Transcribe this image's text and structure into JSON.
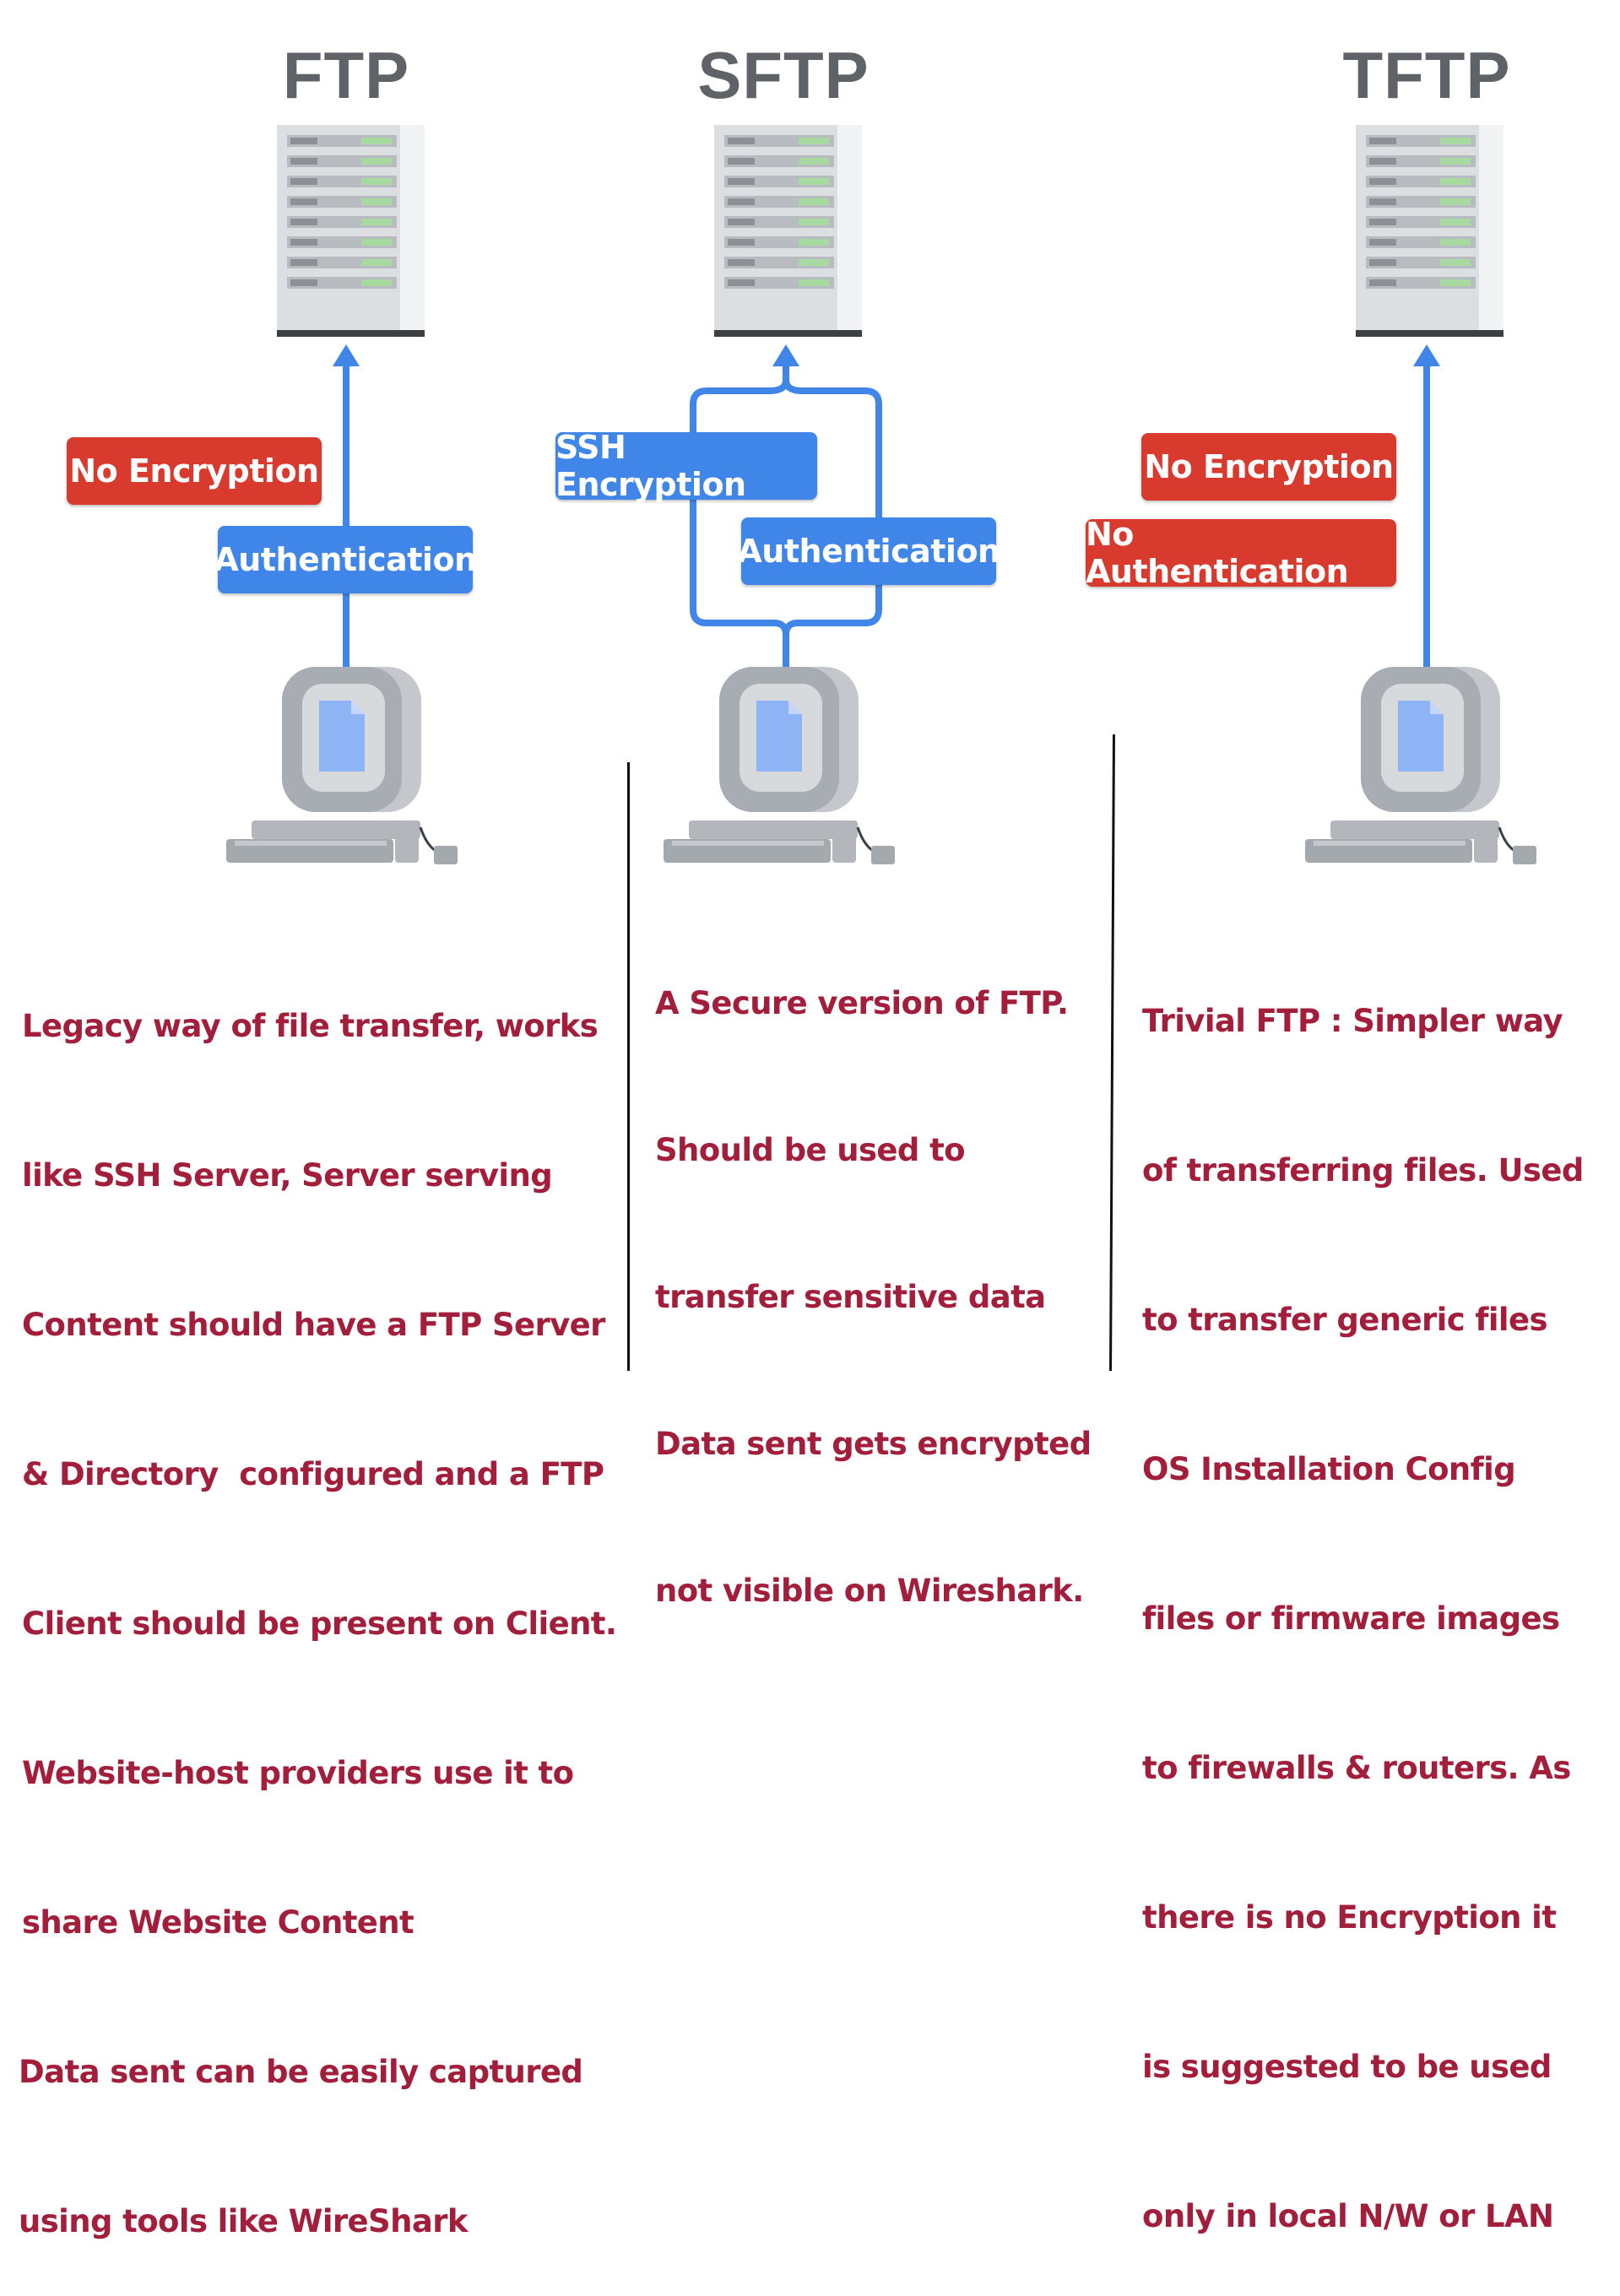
{
  "columns": [
    {
      "title": "FTP",
      "tags": [
        "No Encryption",
        "Authentication"
      ],
      "description": [
        "Legacy way of file transfer, works",
        "like SSH Server, Server serving",
        "Content should have a FTP Server",
        "& Directory  configured and a FTP",
        "Client should be present on Client.",
        "Website-host providers use it to",
        "share Website Content",
        "Data sent can be easily captured",
        "using tools like WireShark"
      ]
    },
    {
      "title": "SFTP",
      "tags": [
        "SSH Encryption",
        "Authentication"
      ],
      "description": [
        "A Secure version of FTP.",
        "Should be used to",
        "transfer sensitive data",
        "Data sent gets encrypted",
        "not visible on Wireshark."
      ]
    },
    {
      "title": "TFTP",
      "tags": [
        "No Encryption",
        "No Authentication"
      ],
      "description": [
        "Trivial FTP : Simpler way",
        "of transferring files. Used",
        "to transfer generic files",
        "OS Installation Config",
        "files or firmware images",
        "to firewalls & routers. As",
        "there is no Encryption it",
        "is suggested to be used",
        "only in local N/W or LAN"
      ]
    }
  ],
  "colors": {
    "title": "#5f6368",
    "arrow": "#3f86e8",
    "tag_red": "#d93a2e",
    "tag_blue": "#3f86e8",
    "description_text": "#a21e3a",
    "divider": "#111111"
  },
  "icons": [
    "server-icon",
    "computer-icon"
  ]
}
